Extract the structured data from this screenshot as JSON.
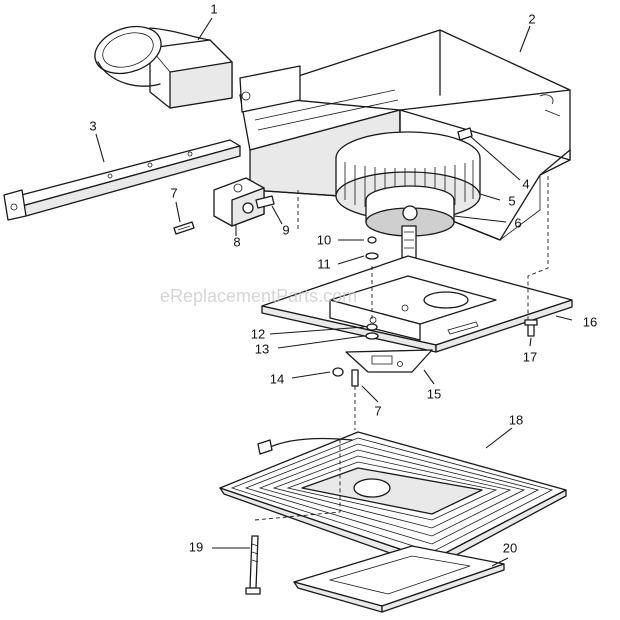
{
  "watermark": "eReplacementParts.com",
  "callouts": [
    "1",
    "2",
    "3",
    "4",
    "5",
    "6",
    "7",
    "7",
    "8",
    "9",
    "10",
    "11",
    "12",
    "13",
    "14",
    "15",
    "16",
    "17",
    "18",
    "19",
    "20"
  ]
}
